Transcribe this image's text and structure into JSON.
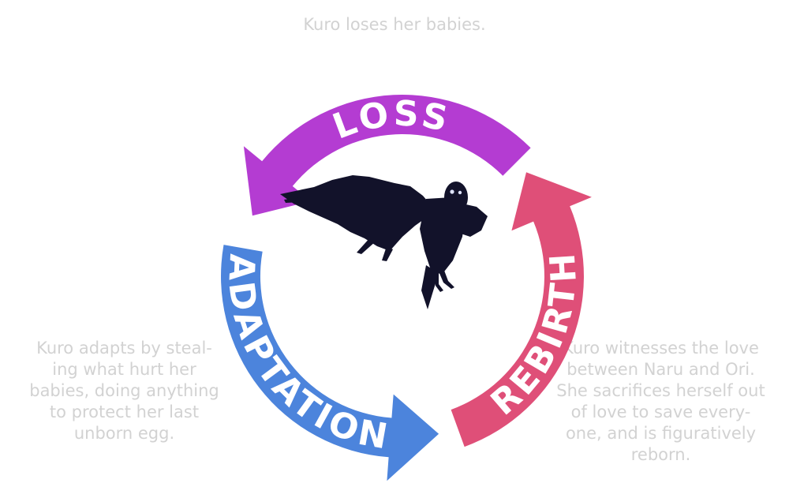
{
  "diagram": {
    "stages": [
      {
        "label": "LOSS",
        "color": "#b43cd2"
      },
      {
        "label": "REBIRTH",
        "color": "#df4f78"
      },
      {
        "label": "ADAPTATION",
        "color": "#4c84dc"
      }
    ],
    "captions": {
      "top": [
        "Kuro loses her babies."
      ],
      "left": [
        "Kuro adapts by steal-",
        "ing what hurt her",
        "babies, doing anything",
        "to protect her last",
        "unborn egg."
      ],
      "right": [
        "Kuro witnesses the love",
        "between Naru and Ori.",
        "She sacrifices herself out",
        "of love to save every-",
        "one, and is figuratively",
        "reborn."
      ]
    },
    "center_image": "owl-bird-silhouette",
    "caption_color": "#d2d2d2"
  }
}
